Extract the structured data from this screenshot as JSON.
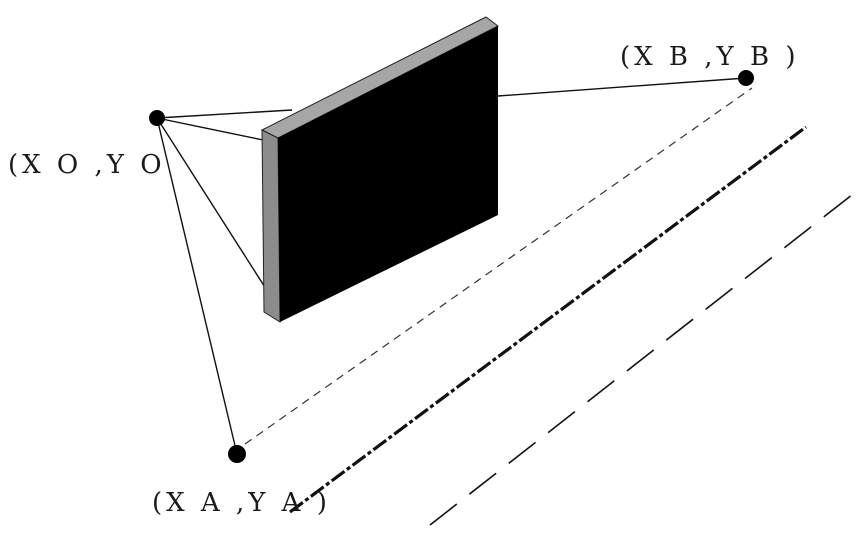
{
  "points": {
    "O": {
      "label": "(X O ,Y O"
    },
    "A": {
      "label": "(X A ,Y A )"
    },
    "B": {
      "label": "(X B ,Y B )"
    }
  },
  "colors": {
    "background": "#ffffff",
    "ink": "#111111",
    "wall_front": "#000000",
    "wall_top": "#a6a6a6",
    "wall_side": "#8c8c8c"
  }
}
